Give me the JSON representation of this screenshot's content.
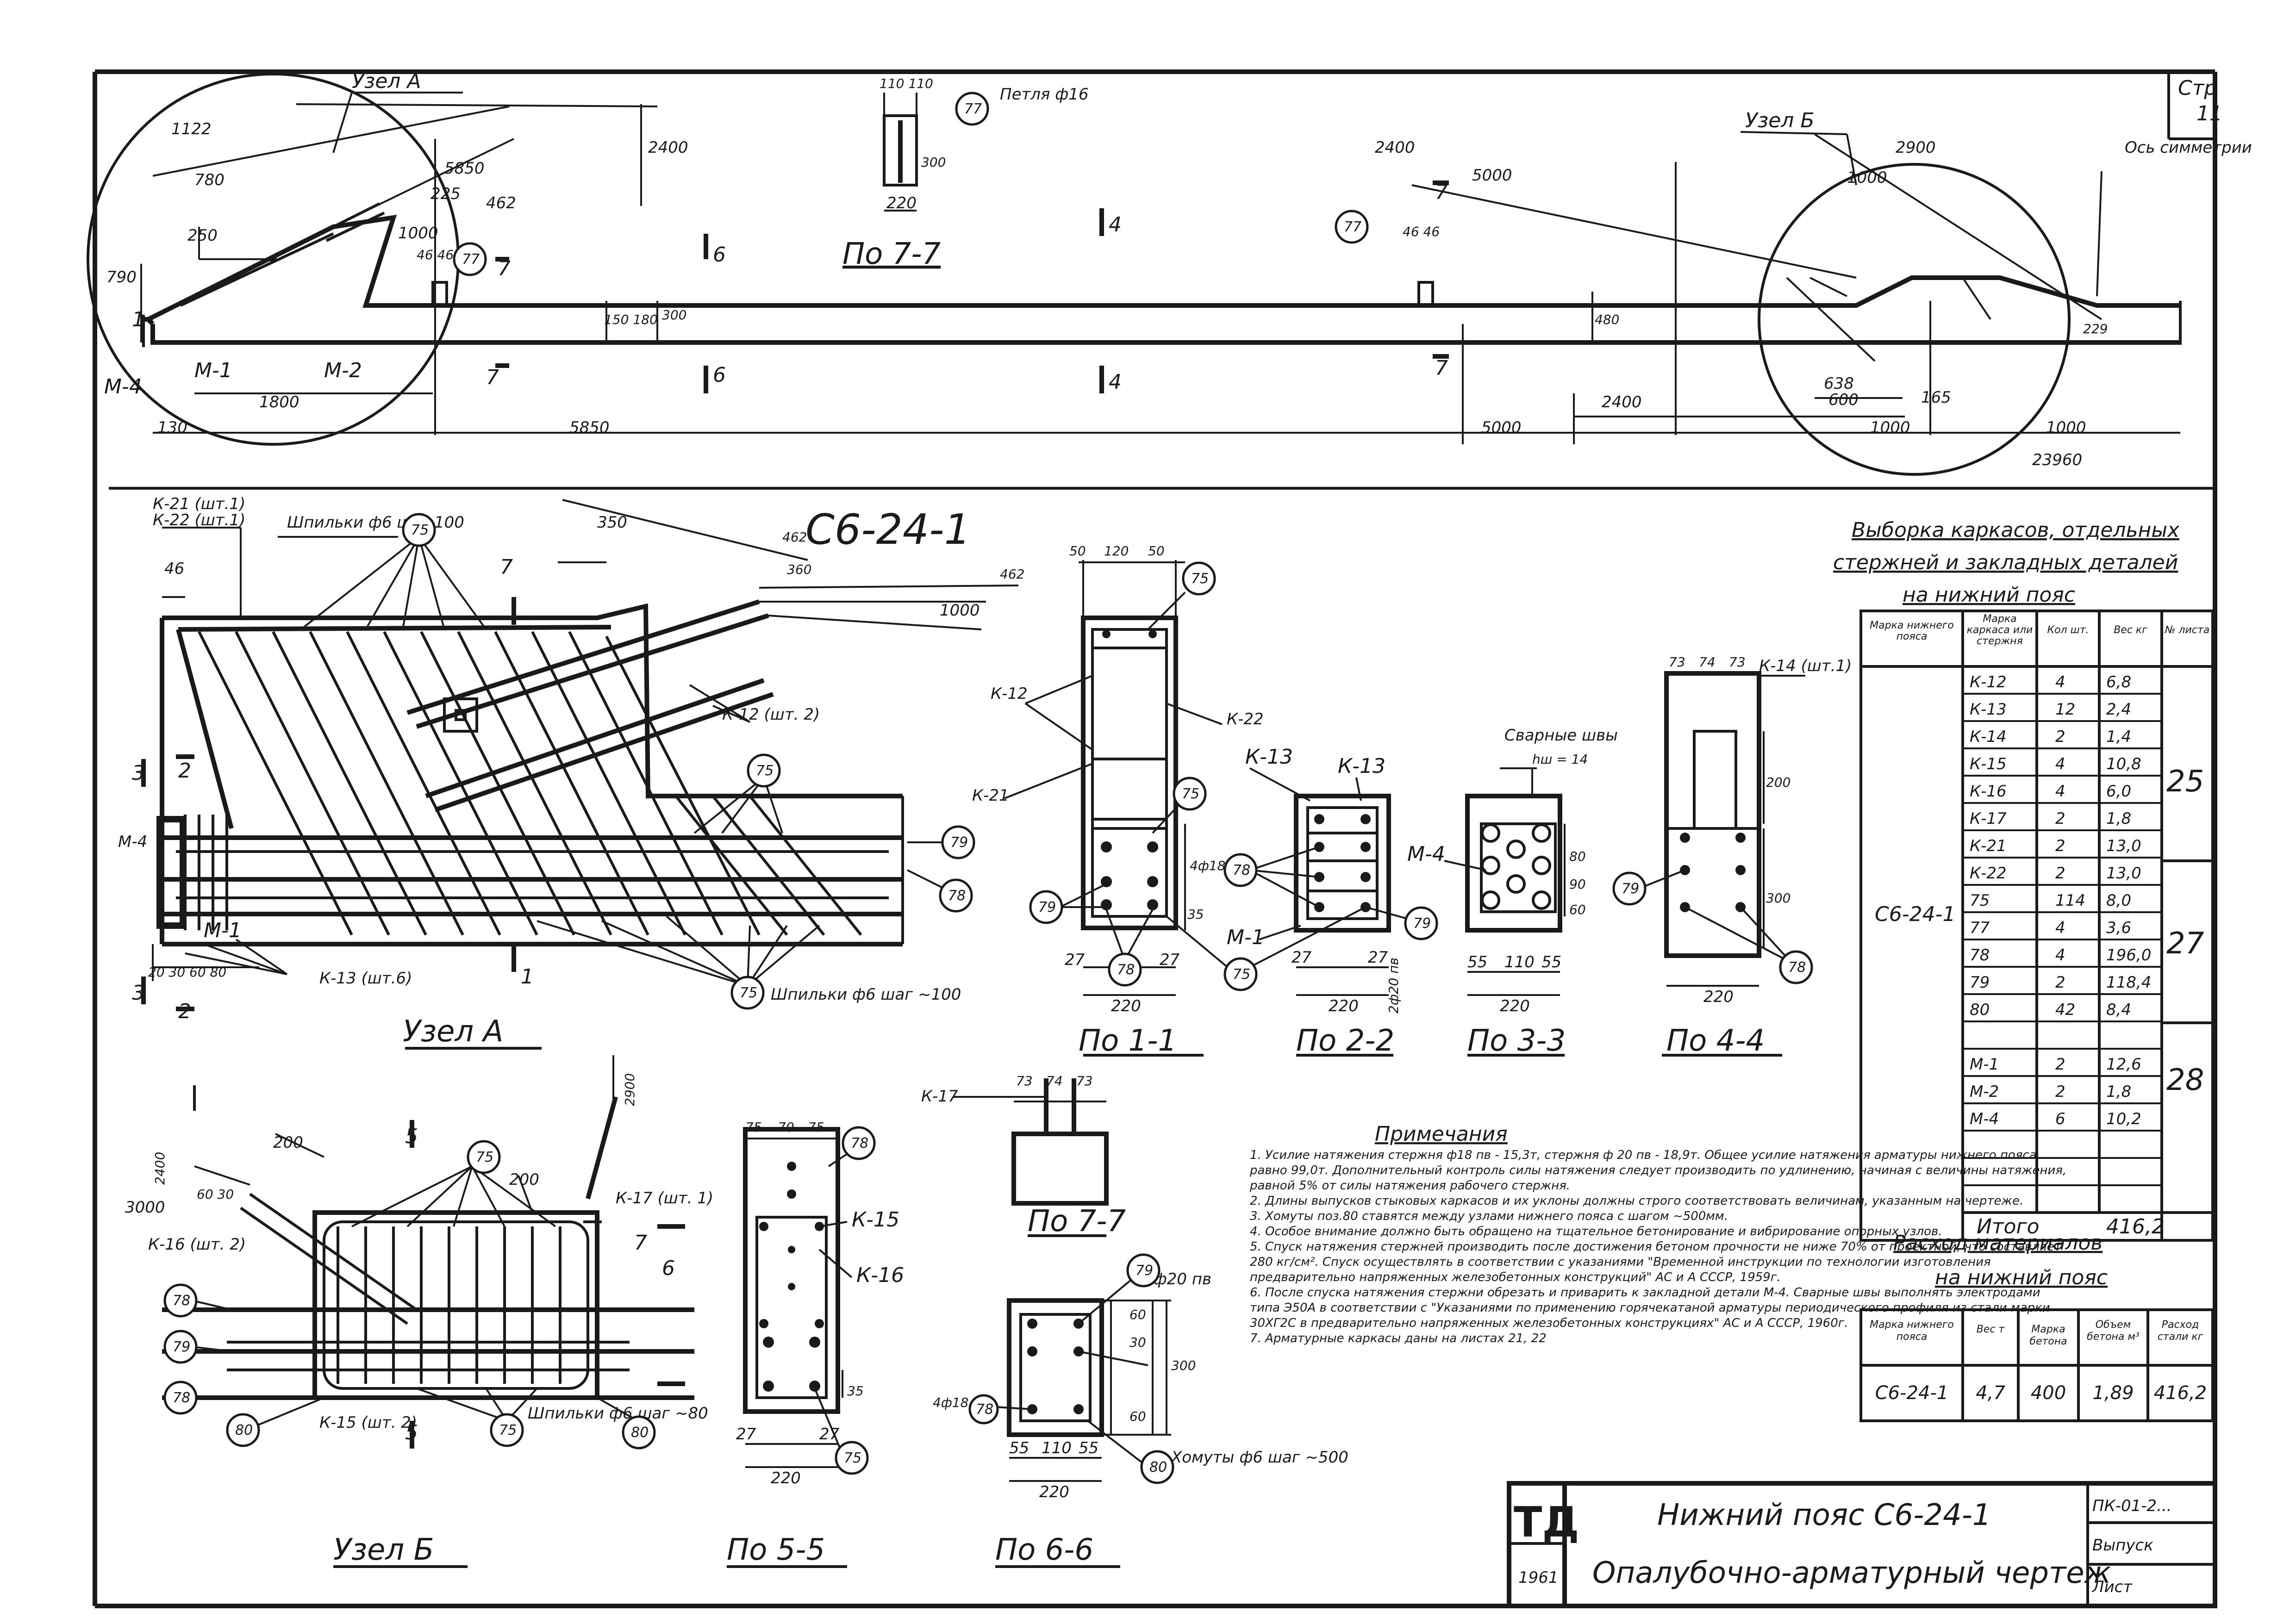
{
  "sheet": {
    "stamp_letters": "ТД",
    "stamp_year": "1961",
    "title_line1": "Нижний пояс С6-24-1",
    "title_line2": "Опалубочно-арматурный чертеж",
    "code": "ПК-01-2...",
    "issue": "Выпуск",
    "sheet_label": "Лист",
    "page_corner": "Стр",
    "page_no": "11"
  },
  "elevation": {
    "node_a": "Узел А",
    "node_b": "Узел Б",
    "axis_sym": "Ось симметрии",
    "loop": "Петля ф16",
    "section_77_title": "По 7-7",
    "dims": {
      "d1122": "1122",
      "d780": "780",
      "d5850a": "5850",
      "d2400a": "2400",
      "d225": "225",
      "d462": "462",
      "d1000a": "1000",
      "d250": "250",
      "d4646": "46 46",
      "d790": "790",
      "d1800": "1800",
      "d130": "130",
      "d5850b": "5850",
      "d150180": "150 180",
      "d300": "300",
      "d110110": "110 110",
      "d300b": "300",
      "d220": "220",
      "d2400b": "2400",
      "d5000a": "5000",
      "d2900": "2900",
      "d1000b": "1000",
      "d4646b": "46 46",
      "d480": "480",
      "d638": "638",
      "d600": "600",
      "d165": "165",
      "d2400c": "2400",
      "d5000b": "5000",
      "d1000c": "1000",
      "d1000d": "1000",
      "d23960": "23960",
      "d229": "229"
    },
    "labels": {
      "m1": "М-1",
      "m2": "М-2",
      "m4": "М-4",
      "s6a": "6",
      "s6b": "6",
      "s4a": "4",
      "s4b": "4",
      "s7a": "7",
      "s7b": "7",
      "s7c": "7",
      "s7d": "7",
      "s1": "1",
      "b77a": "77",
      "b77b": "77",
      "b77c": "77"
    }
  },
  "mark": "С6-24-1",
  "node_a": {
    "title": "Узел А",
    "k21": "К-21 (шт.1)",
    "k22": "К-22 (шт.1)",
    "pins_top": "Шпильки ф6 шаг 100",
    "pins_bottom": "Шпильки ф6 шаг ~100",
    "k12": "К-12 (шт. 2)",
    "k13": "К-13 (шт.6)",
    "m1": "М-1",
    "m4": "М-4",
    "d46": "46",
    "d350": "350",
    "d462": "462",
    "d1000": "1000",
    "d360": "360",
    "d_bottom": "20 30 60 80",
    "s7": "7",
    "s3a": "3",
    "s3b": "3",
    "s2a": "2",
    "s2b": "2",
    "s1": "1",
    "b75a": "75",
    "b75b": "75",
    "b75c": "75",
    "b78": "78",
    "b79": "79"
  },
  "sec11": {
    "title": "По 1-1",
    "d50": "50",
    "d120": "120",
    "d50b": "50",
    "d27a": "27",
    "d27b": "27",
    "d220": "220",
    "d35": "35",
    "d4f18": "4ф18 пв",
    "k12": "К-12",
    "k21": "К-21",
    "k22": "К-22",
    "b75a": "75",
    "b75b": "75",
    "b79": "79",
    "b78": "78"
  },
  "sec22": {
    "title": "По 2-2",
    "k13": "К-13",
    "m1": "М-1",
    "d27a": "27",
    "d27b": "27",
    "d220": "220",
    "d2f20": "2ф20 пв",
    "b78": "78",
    "b75": "75",
    "b79": "79"
  },
  "sec33": {
    "title": "По 3-3",
    "welds": "Сварные швы",
    "hw": "hш = 14",
    "m4": "М-4",
    "d55a": "55",
    "d110": "110",
    "d55b": "55",
    "d220": "220",
    "d80": "80",
    "d90": "90",
    "d60": "60"
  },
  "sec44": {
    "title": "По 4-4",
    "k14": "К-14 (шт.1)",
    "d73a": "73",
    "d74": "74",
    "d73b": "73",
    "d200": "200",
    "d300": "300",
    "d220": "220",
    "b79": "79",
    "b78": "78"
  },
  "node_b": {
    "title": "Узел Б",
    "k16": "К-16 (шт. 2)",
    "k17": "К-17 (шт. 1)",
    "k15": "К-15 (шт. 2)",
    "pins": "Шпильки ф6 шаг ~80",
    "d2400": "2400",
    "d3000": "3000",
    "d6030": "60 30",
    "d200a": "200",
    "d200b": "200",
    "d2900": "2900",
    "s5a": "5",
    "s5b": "5",
    "s7": "7",
    "s6": "6",
    "b75": "75",
    "b78a": "78",
    "b79": "79",
    "b78b": "78",
    "b80a": "80",
    "b80b": "80",
    "b75b": "75"
  },
  "sec77b": {
    "title": "По 7-7",
    "k17": "К-17",
    "d73a": "73",
    "d74": "74",
    "d73b": "73"
  },
  "sec55": {
    "title": "По 5-5",
    "k15": "К-15",
    "k16": "К-16",
    "d75a": "75",
    "d70": "70",
    "d75b": "75",
    "d27a": "27",
    "d27b": "27",
    "d220": "220",
    "d35": "35",
    "b78": "78",
    "b75": "75"
  },
  "sec66": {
    "title": "По 6-6",
    "d2f20": "2ф20 пв",
    "d4f18": "4ф18 пв",
    "d300": "300",
    "d55a": "55",
    "d110": "110",
    "d55b": "55",
    "d220": "220",
    "d60a": "60",
    "d30": "30",
    "d60b": "60",
    "clamps": "Хомуты ф6 шаг ~500",
    "b79": "79",
    "b78": "78",
    "b80": "80"
  },
  "notes": {
    "title": "Примечания",
    "items": [
      "1. Усилие натяжения стержня ф18 пв - 15,3т, стержня ф 20 пв - 18,9т. Общее усилие натяжения арматуры нижнего пояса равно 99,0т. Дополнительный контроль силы натяжения следует производить по удлинению, начиная с величины натяжения, равной 5% от силы натяжения рабочего стержня.",
      "2. Длины выпусков стыковых каркасов и их уклоны должны строго соответствовать величинам, указанным на чертеже.",
      "3. Хомуты поз.80 ставятся между узлами нижнего пояса с шагом ~500мм.",
      "4. Особое внимание должно быть обращено на тщательное бетонирование и вибрирование опорных узлов.",
      "5. Спуск натяжения стержней производить после достижения бетоном прочности не ниже 70% от проектной, что составляет 280 кг/см². Спуск осуществлять в соответствии с указаниями \"Временной инструкции по технологии изготовления предварительно напряженных железобетонных конструкций\" АС и А СССР, 1959г.",
      "6. После спуска натяжения стержни обрезать и приварить к закладной детали М-4. Сварные швы выполнять электродами типа Э50А в соответствии с \"Указаниями по применению горячекатаной арматуры периодического профиля из стали марки 30ХГ2С в предварительно напряженных железобетонных конструкциях\" АС и А СССР, 1960г.",
      "7. Арматурные каркасы даны на листах 21, 22"
    ]
  },
  "table1": {
    "title_l1": "Выборка каркасов, отдельных",
    "title_l2": "стержней и закладных деталей",
    "title_l3": "на нижний пояс",
    "headers": [
      "Марка нижнего пояса",
      "Марка каркаса или стержня",
      "Кол шт.",
      "Вес кг",
      "№ листа"
    ],
    "belt": "С6-24-1",
    "rows": [
      [
        "К-12",
        "4",
        "6,8"
      ],
      [
        "К-13",
        "12",
        "2,4"
      ],
      [
        "К-14",
        "2",
        "1,4"
      ],
      [
        "К-15",
        "4",
        "10,8"
      ],
      [
        "К-16",
        "4",
        "6,0"
      ],
      [
        "К-17",
        "2",
        "1,8"
      ],
      [
        "К-21",
        "2",
        "13,0"
      ],
      [
        "К-22",
        "2",
        "13,0"
      ],
      [
        "75",
        "114",
        "8,0"
      ],
      [
        "77",
        "4",
        "3,6"
      ],
      [
        "78",
        "4",
        "196,0"
      ],
      [
        "79",
        "2",
        "118,4"
      ],
      [
        "80",
        "42",
        "8,4"
      ],
      [
        "",
        "",
        " "
      ],
      [
        "М-1",
        "2",
        "12,6"
      ],
      [
        "М-2",
        "2",
        "1,8"
      ],
      [
        "М-4",
        "6",
        "10,2"
      ],
      [
        "",
        "",
        ""
      ],
      [
        "",
        "",
        ""
      ],
      [
        "",
        "",
        ""
      ]
    ],
    "sheets": [
      "25",
      "27",
      "28"
    ],
    "total_label": "Итого",
    "total": "416,2"
  },
  "table2": {
    "title_l1": "Расход материалов",
    "title_l2": "на нижний пояс",
    "headers": [
      "Марка нижнего пояса",
      "Вес т",
      "Марка бетона",
      "Объем бетона м³",
      "Расход стали кг"
    ],
    "row": [
      "С6-24-1",
      "4,7",
      "400",
      "1,89",
      "416,2"
    ]
  }
}
